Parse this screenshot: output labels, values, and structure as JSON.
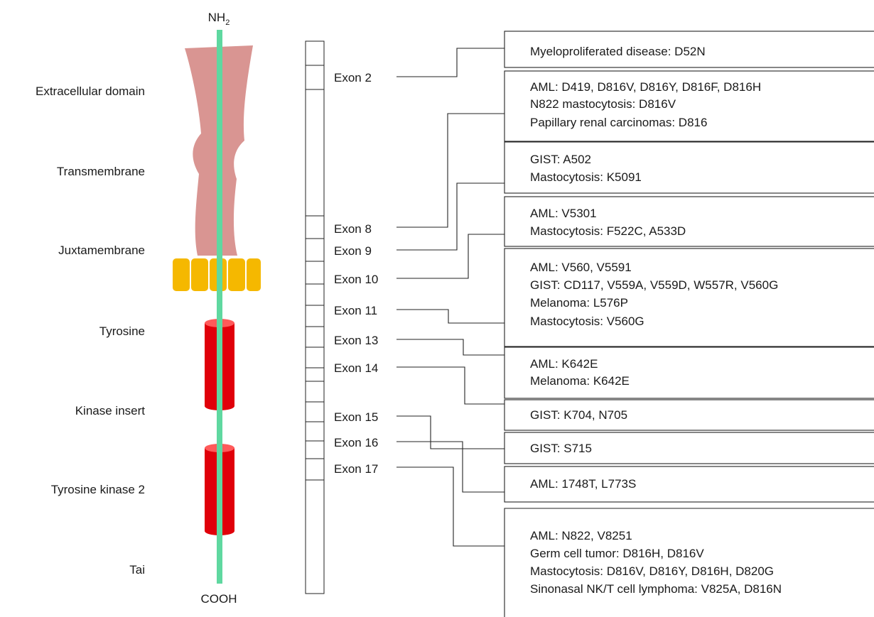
{
  "termini": {
    "n_main": "NH",
    "n_sub": "2",
    "c": "COOH"
  },
  "domains": [
    "Extracellular domain",
    "Transmembrane",
    "Juxtamembrane",
    "Tyrosine",
    "Kinase insert",
    "Tyrosine kinase 2",
    "Tai"
  ],
  "exons": [
    "Exon 2",
    "Exon 8",
    "Exon 9",
    "Exon 10",
    "Exon 11",
    "Exon 13",
    "Exon 14",
    "Exon 15",
    "Exon 16",
    "Exon 17"
  ],
  "boxes": [
    [
      "Myeloproliferated disease: D52N"
    ],
    [
      "AML: D419, D816V, D816Y, D816F, D816H",
      "N822 mastocytosis: D816V",
      "Papillary renal carcinomas: D816"
    ],
    [
      "GIST: A502",
      "Mastocytosis: K5091"
    ],
    [
      "AML: V5301",
      "Mastocytosis: F522C, A533D"
    ],
    [
      "AML: V560, V5591",
      "GIST: CD117, V559A, V559D, W557R, V560G",
      "Melanoma: L576P",
      "Mastocytosis: V560G"
    ],
    [
      "AML: K642E",
      "Melanoma: K642E"
    ],
    [
      "GIST: K704, N705"
    ],
    [
      "GIST: S715"
    ],
    [
      "AML: 1748T, L773S"
    ],
    [
      "AML: N822, V8251",
      "Germ cell tumor: D816H, D816V",
      "Mastocytosis: D816V, D816Y, D816H, D820G",
      "Sinonasal NK/T cell lymphoma: V825A, D816N"
    ]
  ],
  "colors": {
    "extracellular": "#d99592",
    "juxtamembrane": "#f5b800",
    "kinase": "#e0000a",
    "backbone": "#5fd8a0",
    "line": "#222222"
  }
}
